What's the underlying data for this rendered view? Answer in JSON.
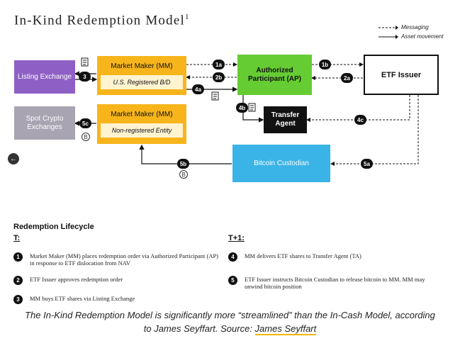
{
  "title": "In-Kind Redemption Model",
  "title_footnote": "1",
  "legend": [
    {
      "label": "Messaging",
      "style": "dashed"
    },
    {
      "label": "Asset movement",
      "style": "solid"
    }
  ],
  "nodes": {
    "listing_exchange": "Listing Exchange",
    "spot_crypto": "Spot Crypto Exchanges",
    "mm_registered": {
      "title": "Market Maker (MM)",
      "sub": "U.S. Registered B/D"
    },
    "mm_nonregistered": {
      "title": "Market Maker (MM)",
      "sub": "Non-registered Entity"
    },
    "ap": "Authorized Participant (AP)",
    "transfer_agent": "Transfer Agent",
    "etf_issuer": "ETF Issuer",
    "custodian": "Bitcoin Custodian"
  },
  "badges": [
    "1a",
    "1b",
    "2a",
    "2b",
    "3",
    "4a",
    "4b",
    "4c",
    "5a",
    "5b",
    "5c"
  ],
  "icons": {
    "coin": "B",
    "document": "document-icon",
    "nav": "←"
  },
  "colors": {
    "purple": "#8e5fc4",
    "grey": "#a9a4b2",
    "yellow": "#f7b51b",
    "green": "#66cc33",
    "cyan": "#3ab4e6",
    "black": "#111111"
  },
  "lifecycle": {
    "heading": "Redemption Lifecycle",
    "t_label": "T:",
    "t1_label": "T+1:",
    "t_steps": [
      {
        "n": "1",
        "text": "Market Maker (MM) places redemption order via Authorized Participant (AP) in response to ETF dislocation from NAV"
      },
      {
        "n": "2",
        "text": "ETF Issuer approves redemption order"
      },
      {
        "n": "3",
        "text": "MM buys ETF shares via Listing Exchange"
      }
    ],
    "t1_steps": [
      {
        "n": "4",
        "text": "MM delivers ETF shares to Transfer Agent (TA)"
      },
      {
        "n": "5",
        "text": "ETF Issuer instructs Bitcoin Custodian to release bitcoin to MM. MM may unwind bitcoin position"
      }
    ]
  },
  "caption": {
    "text": "The In-Kind Redemption Model is significantly more “streamlined” than the In-Cash Model, according to James Seyffart. Source: ",
    "link": "James Seyffart"
  }
}
